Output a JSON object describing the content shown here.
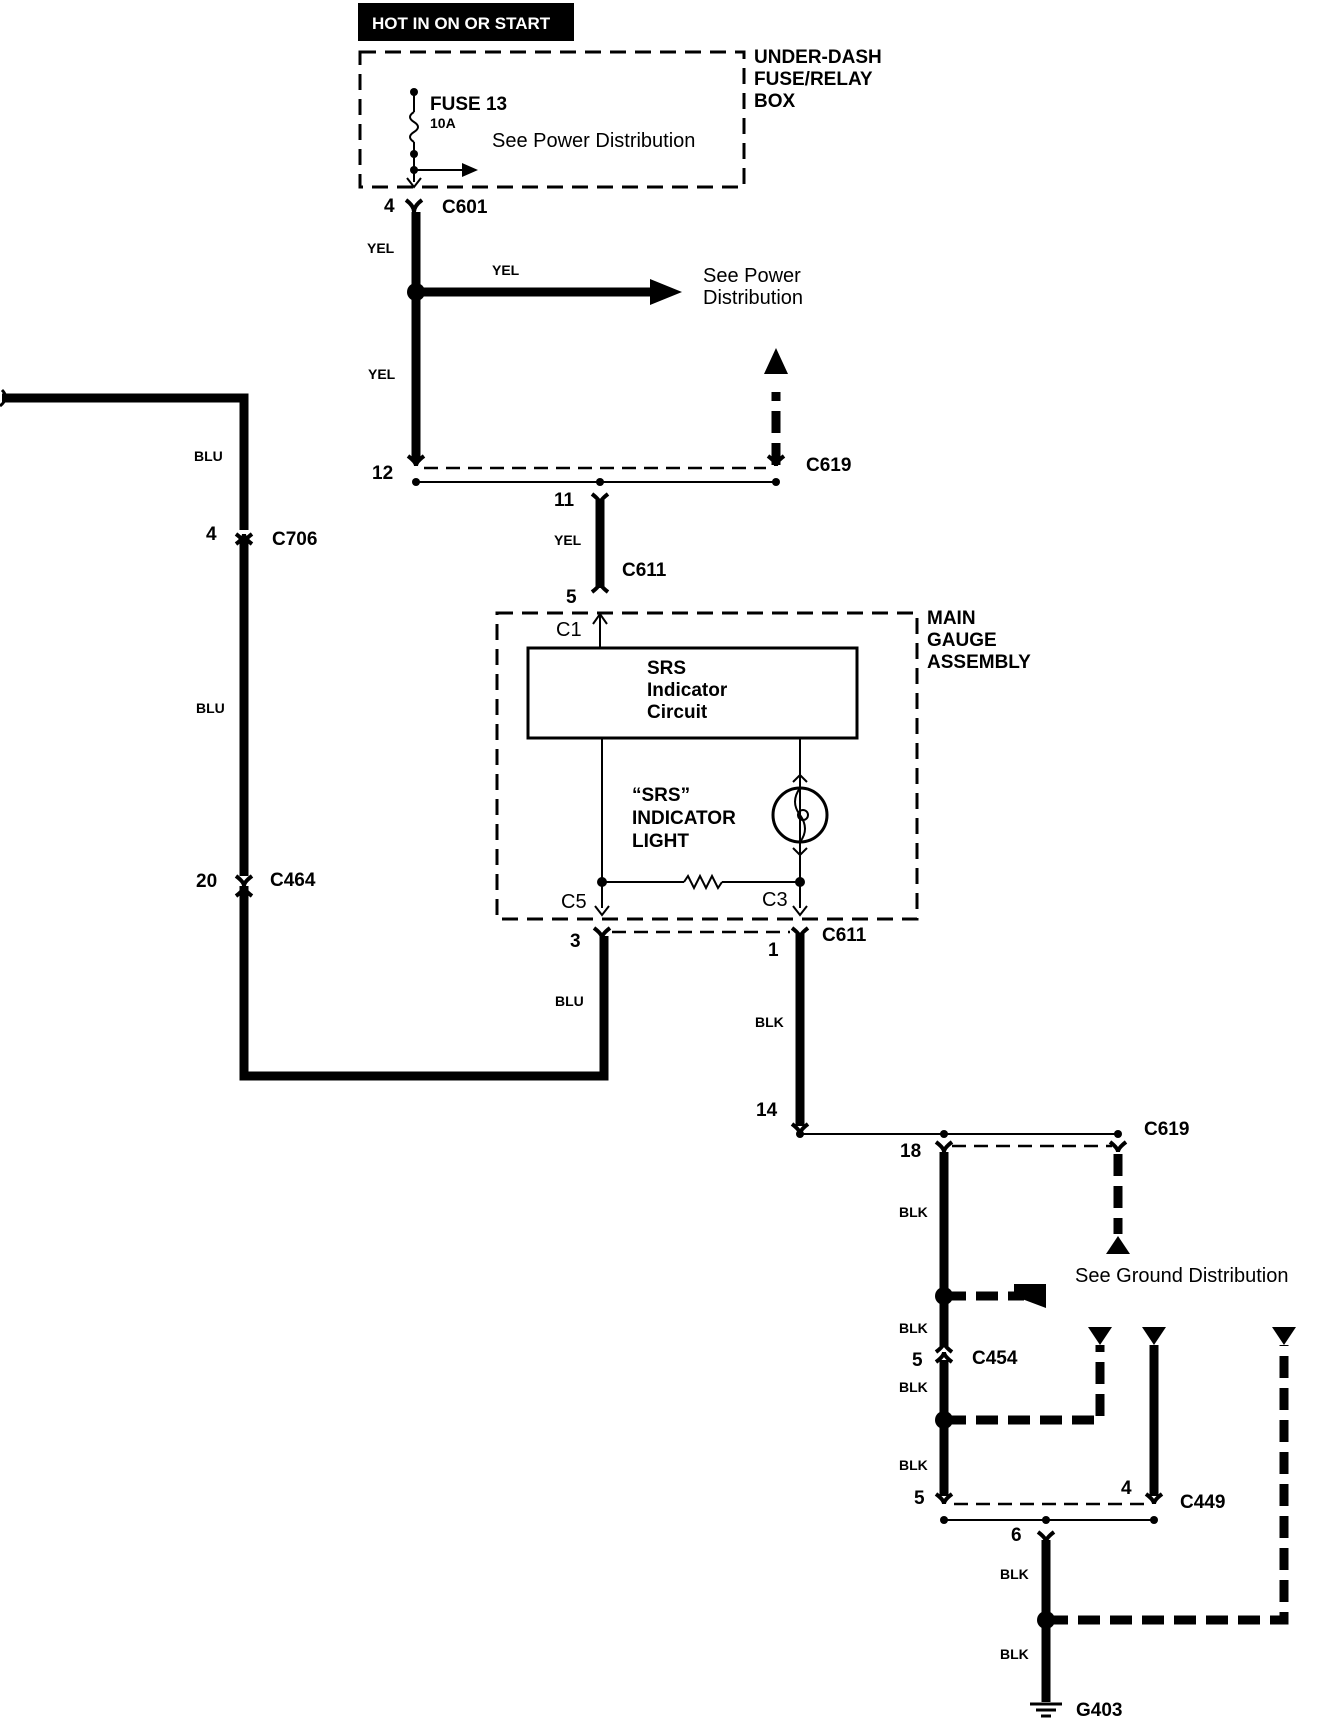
{
  "header": {
    "hot_label": "HOT IN ON OR START"
  },
  "fuse_box": {
    "title_line1": "UNDER-DASH",
    "title_line2": "FUSE/RELAY",
    "title_line3": "BOX",
    "fuse_name": "FUSE 13",
    "fuse_rating": "10A",
    "note": "See Power Distribution"
  },
  "connectors": {
    "c601": "C601",
    "c601_pin": "4",
    "c619_top": "C619",
    "c619_top_pin12": "12",
    "c611_top": "C611",
    "c611_pin11": "11",
    "c611_pin5": "5",
    "c706": "C706",
    "c706_pin": "4",
    "c464": "C464",
    "c464_pin": "20",
    "c611_bottom": "C611",
    "c611_pin3": "3",
    "c611_pin1": "1",
    "c619_bottom": "C619",
    "c619_pin14": "14",
    "c619_pin18": "18",
    "c454": "C454",
    "c454_pin": "5",
    "c449": "C449",
    "c449_pin5": "5",
    "c449_pin4": "4",
    "c449_pin6": "6",
    "g403": "G403"
  },
  "wires": {
    "yel1": "YEL",
    "yel2": "YEL",
    "yel3": "YEL",
    "yel4": "YEL",
    "blu1": "BLU",
    "blu2": "BLU",
    "blu3": "BLU",
    "blk1": "BLK",
    "blk2": "BLK",
    "blk3": "BLK",
    "blk4": "BLK",
    "blk5": "BLK",
    "blk6": "BLK",
    "blk7": "BLK"
  },
  "notes": {
    "power_line1": "See Power",
    "power_line2": "Distribution",
    "ground": "See Ground  Distribution"
  },
  "gauge": {
    "title_line1": "MAIN",
    "title_line2": "GAUGE",
    "title_line3": "ASSEMBLY",
    "circuit_line1": "SRS",
    "circuit_line2": "Indicator",
    "circuit_line3": "Circuit",
    "light_line1": "“SRS”",
    "light_line2": "INDICATOR",
    "light_line3": "LIGHT",
    "pin_c1": "C1",
    "pin_c5": "C5",
    "pin_c3": "C3"
  }
}
